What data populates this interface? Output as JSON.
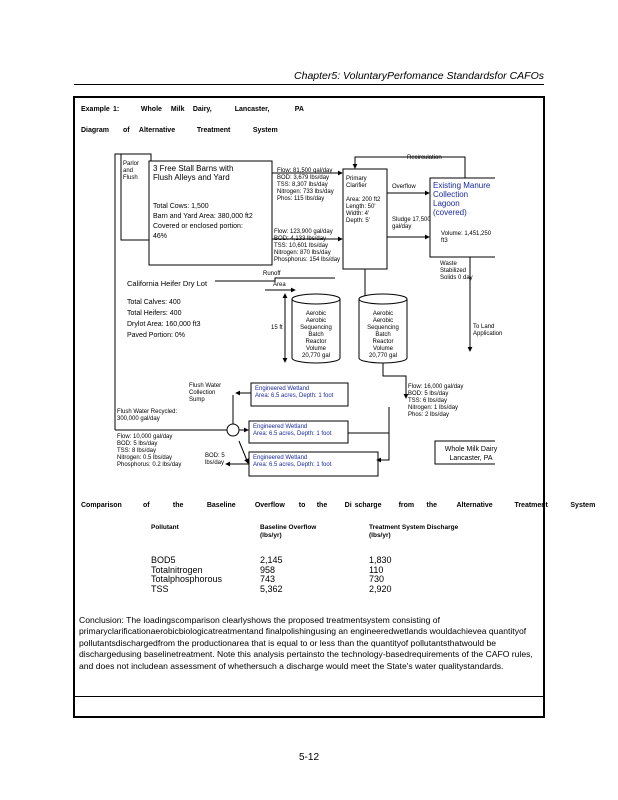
{
  "header": "Chapter5:  VoluntaryPerfomance Standardsfor CAFOs",
  "example": {
    "line1": [
      "Example",
      "1:",
      "Whole",
      "Milk",
      "Dairy,",
      "Lancaster,",
      "PA"
    ],
    "line2": [
      "Diagram",
      "of",
      "Alternative",
      "Treatment",
      "System"
    ]
  },
  "diagram": {
    "barns_title": "3 Free Stall Barns with\nFlush Alleys and Yard",
    "barns_stats": "Total Cows: 1,500\nBarn and Yard Area: 380,000 ft2\nCovered or enclosed portion:\n46%",
    "flush": "Parlor\nand\nFlush",
    "heifer_title": "California Heifer Dry Lot",
    "heifer_stats": "Total Calves: 400\nTotal Heifers: 400\nDrylot Area: 160,000 ft3\nPaved Portion: 0%",
    "flow1": "Flow: 81,500 gal/day\nBOD: 3,679 lbs/day\nTSS: 8,307 lbs/day\nNitrogen: 733 lbs/day\nPhos: 115 lbs/day",
    "flow2": "Flow: 123,900 gal/day\nBOD: 4,133 lbs/day\nTSS: 10,601 lbs/day\nNitrogen: 870 lbs/day\nPhosphorus: 154 lbs/day",
    "runoff": "Runoff",
    "area": "Area",
    "clarifier": "Primary\nClarifier\n\nArea: 200 ft2\nLength: 50'\nWidth: 4'\nDepth: 5'",
    "overflow": "Overflow",
    "sludge": "Sludge 17,500\ngal/day",
    "lagoon": "Existing Manure\nCollection Lagoon\n(covered)",
    "lagoon_vol": "Volume: 1,451,250 ft3",
    "recirculation": "Recirculation",
    "waste": "Waste\nStabilized\nSolids 0 day",
    "land": "To Land\nApplication",
    "tank1": "Aerobic\nAerobic\nSequencing\nBatch Reactor\nVolume\n20,770 gal",
    "tank2": "Aerobic\nAerobic\nSequencing\nBatch Reactor\nVolume\n20,770 gal",
    "height": "15 ft",
    "flush_water": "Flush Water\nCollection\nSump",
    "recycle": "Flush Water Recycled:\n300,000 gal/day",
    "wetland1": "Engineered Wetland\nArea: 6.5 acres, Depth: 1 foot",
    "wetland2": "Engineered Wetland\nArea: 6.5 acres, Depth: 1 foot",
    "wetland3": "Engineered Wetland\nArea: 6.5 acres, Depth: 1 foot",
    "outflow": "Flow: 16,000 gal/day\nBOD: 5 lbs/day\nTSS: 6 lbs/day\nNitrogen: 1 lbs/day\nPhos: 2 lbs/day",
    "discharge": "Flow: 10,000 gal/day\nBOD: 5 lbs/day\nTSS: 8 lbs/day\nNitrogen: 0.5 lbs/day\nPhosphorus: 0.2 lbs/day",
    "bod_disch": "BOD: 5\nlbs/day",
    "label_box": "Whole Milk Dairy\nLancaster, PA"
  },
  "comparison": {
    "title_words": [
      "Comparison",
      "of",
      "the",
      "Baseline",
      "Overflow",
      "to",
      "the",
      "Di",
      "scharge",
      "from",
      "the",
      "Alternative",
      "Treatment",
      "System"
    ],
    "col_pollutant": "Pollutant",
    "col_baseline": "Baseline      Overflow\n(lbs/yr)",
    "col_treatment": "Treatment       System       Discharge\n(lbs/yr)",
    "rows": [
      {
        "pollutant": "BOD5",
        "baseline": "2,145",
        "treatment": "1,830"
      },
      {
        "pollutant": "Totalnitrogen",
        "baseline": "958",
        "treatment": "110"
      },
      {
        "pollutant": "Totalphosphorous",
        "baseline": "743",
        "treatment": "730"
      },
      {
        "pollutant": "TSS",
        "baseline": "5,362",
        "treatment": "2,920"
      }
    ]
  },
  "conclusion": "Conclusion: The loadingscomparison clearlyshows the proposed treatmentsystem consisting of primaryclarificationaerobicbiologicatreatmentand finalpolishingusing an engineeredwetlands wouldachievea quantityof pollutantsdischargedfrom the productionarea that is equal to or less than the quantityof pollutantsthatwould be dischargedusing  baselinetreatment.  Note this analysis pertainsto the technology-basedrequirements of the CAFO rules, and does not includean assessment of whethersuch a discharge would meet the State's water qualitystandards.",
  "page_number": "5-12"
}
